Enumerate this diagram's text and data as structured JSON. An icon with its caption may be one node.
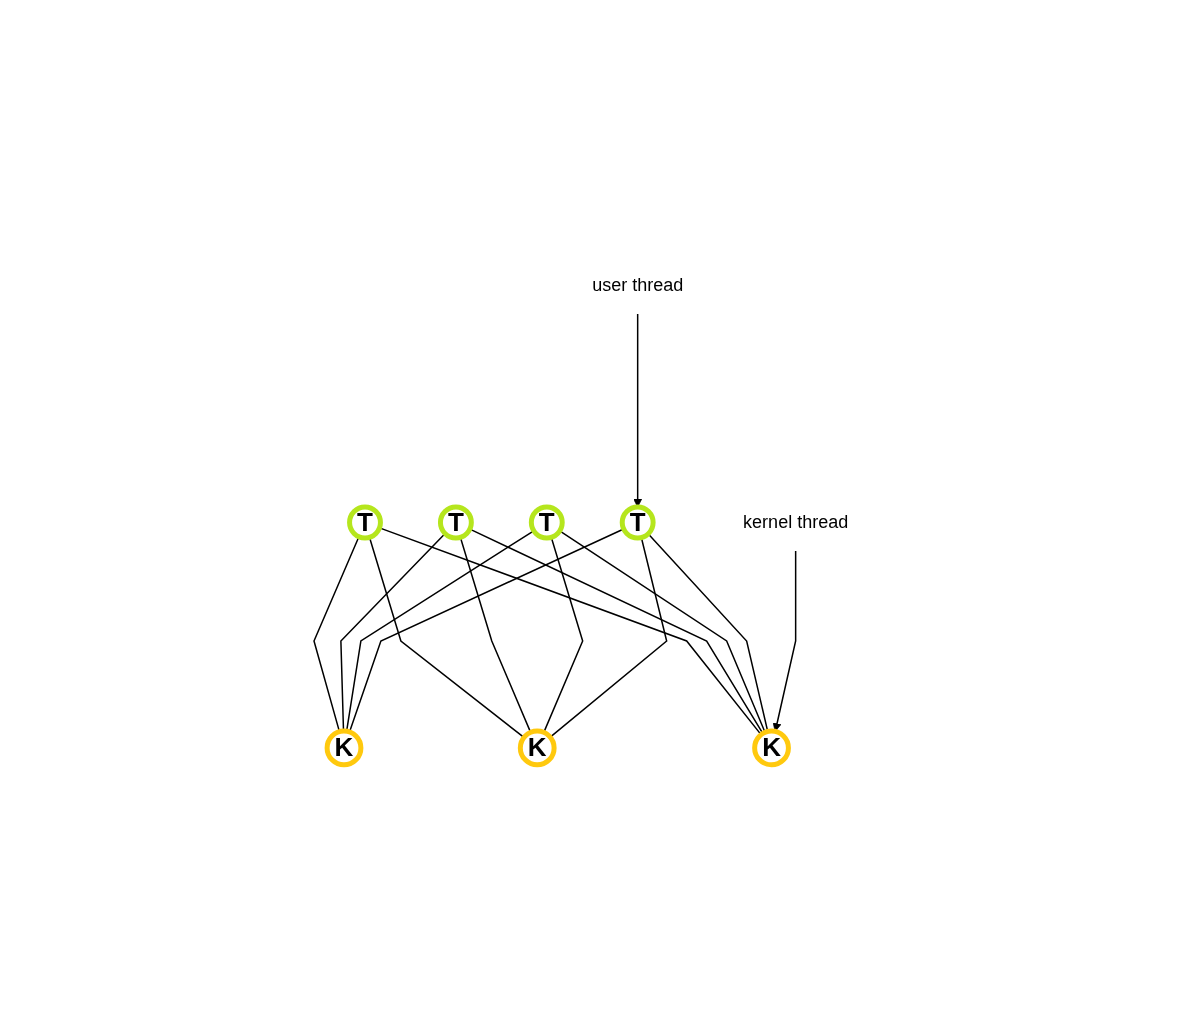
{
  "diagram": {
    "nodes": [
      {
        "text": [
          "T"
        ]
      },
      {
        "text": [
          "T"
        ]
      },
      {
        "text": [
          "T"
        ]
      },
      {
        "text": [
          "T"
        ]
      },
      {
        "text": [
          "user thread"
        ]
      },
      {
        "text": [
          "K"
        ]
      },
      {
        "text": [
          "K"
        ]
      },
      {
        "text": [
          "K"
        ]
      },
      {
        "text": [
          "kernel thread"
        ]
      }
    ],
    "edges": [
      {
        "from": 0,
        "to": 5,
        "arrow": "none"
      },
      {
        "from": 0,
        "to": 6,
        "arrow": "none"
      },
      {
        "from": 0,
        "to": 7,
        "arrow": "none"
      },
      {
        "from": 1,
        "to": 5,
        "arrow": "none"
      },
      {
        "from": 1,
        "to": 6,
        "arrow": "none"
      },
      {
        "from": 1,
        "to": 7,
        "arrow": "none"
      },
      {
        "from": 2,
        "to": 5,
        "arrow": "none"
      },
      {
        "from": 2,
        "to": 6,
        "arrow": "none"
      },
      {
        "from": 2,
        "to": 7,
        "arrow": "none"
      },
      {
        "from": 3,
        "to": 5,
        "arrow": "none"
      },
      {
        "from": 3,
        "to": 6,
        "arrow": "none"
      },
      {
        "from": 3,
        "to": 7,
        "arrow": "none"
      },
      {
        "from": 4,
        "to": 3,
        "arrow": "to"
      },
      {
        "from": 8,
        "to": 7,
        "arrow": "to"
      }
    ]
  }
}
